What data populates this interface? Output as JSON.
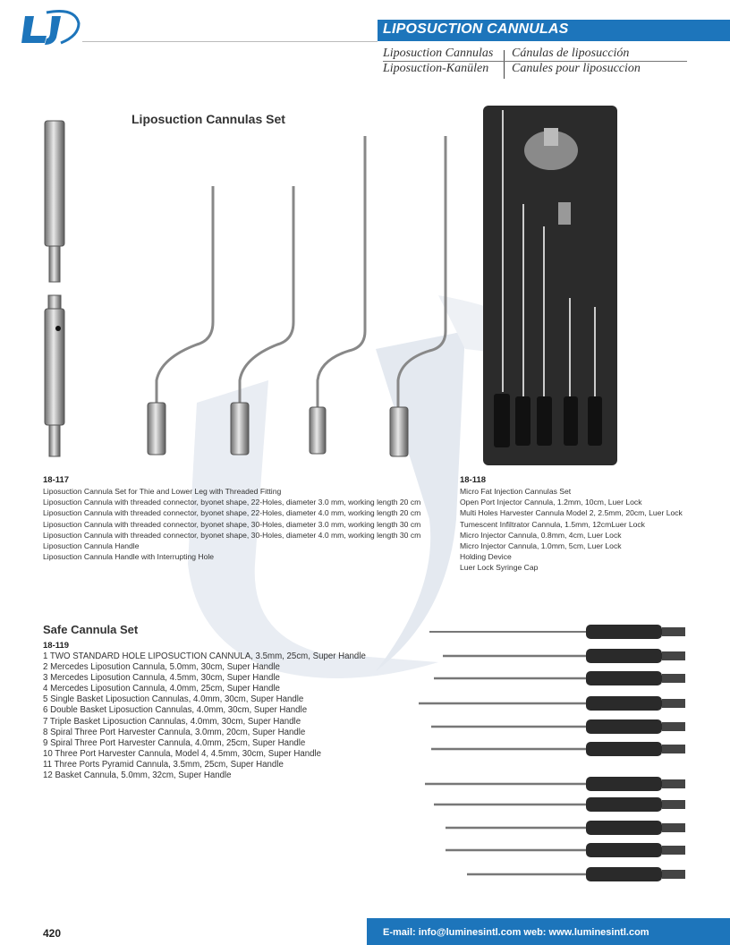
{
  "header": {
    "title": "LIPOSUCTION CANNULAS",
    "subtitle_en": "Liposuction Cannulas",
    "subtitle_es": "Cánulas de liposucción",
    "subtitle_de": "Liposuction-Kanülen",
    "subtitle_fr": "Canules pour liposuccion",
    "logo_text": "LJ"
  },
  "set1": {
    "title": "Liposuction Cannulas Set",
    "code": "18-117",
    "lines": [
      "Liposuction Cannula Set for Thie and Lower Leg with Threaded Fitting",
      "Liposuction Cannula with threaded connector, byonet shape, 22-Holes, diameter 3.0 mm, working length 20 cm",
      "Liposuction Cannula with threaded connector, byonet shape, 22-Holes, diameter 4.0 mm, working length 20 cm",
      "Liposuction Cannula with threaded connector, byonet shape, 30-Holes, diameter 3.0 mm, working length 30 cm",
      "Liposuction Cannula with threaded connector, byonet shape, 30-Holes, diameter 4.0 mm, working length 30 cm",
      "Liposuction Cannula Handle",
      "Liposuction Cannula Handle with Interrupting Hole"
    ]
  },
  "set2": {
    "code": "18-118",
    "lines": [
      "Micro Fat Injection Cannulas Set",
      "Open Port Injector Cannula, 1.2mm, 10cm, Luer Lock",
      "Multi Holes Harvester Cannula Model 2, 2.5mm, 20cm, Luer Lock",
      "Tumescent Infiltrator Cannula, 1.5mm, 12cmLuer Lock",
      "Micro Injector Cannula, 0.8mm, 4cm, Luer Lock",
      "Micro Injector Cannula, 1.0mm, 5cm, Luer Lock",
      "Holding Device",
      "Luer Lock Syringe Cap"
    ]
  },
  "set3": {
    "title": "Safe Cannula Set",
    "code": "18-119",
    "lines": [
      "1 TWO STANDARD HOLE LIPOSUCTION CANNULA, 3.5mm, 25cm, Super Handle",
      "2 Mercedes Liposution Cannula, 5.0mm, 30cm, Super Handle",
      "3 Mercedes Liposution Cannula, 4.5mm, 30cm, Super Handle",
      "4 Mercedes Liposution Cannula, 4.0mm, 25cm, Super Handle",
      "5 Single Basket Liposuction Cannulas, 4.0mm, 30cm, Super Handle",
      "6 Double Basket Liposuction Cannulas, 4.0mm, 30cm, Super Handle",
      "7 Triple Basket Liposuction Cannulas, 4.0mm, 30cm, Super Handle",
      "8 Spiral Three Port Harvester Cannula, 3.0mm, 20cm, Super Handle",
      "9 Spiral Three Port Harvester Cannula, 4.0mm, 25cm, Super Handle",
      "10 Three Port Harvester Cannula, Model 4, 4.5mm, 30cm, Super Handle",
      "11 Three Ports Pyramid Cannula, 3.5mm, 25cm, Super Handle",
      "12 Basket Cannula, 5.0mm, 32cm, Super Handle"
    ]
  },
  "footer": {
    "page_number": "420",
    "contact": "E-mail: info@luminesintl.com  web: www.luminesintl.com"
  },
  "colors": {
    "brand_blue": "#1d75bb",
    "photo_bg": "#2b2b2b"
  }
}
